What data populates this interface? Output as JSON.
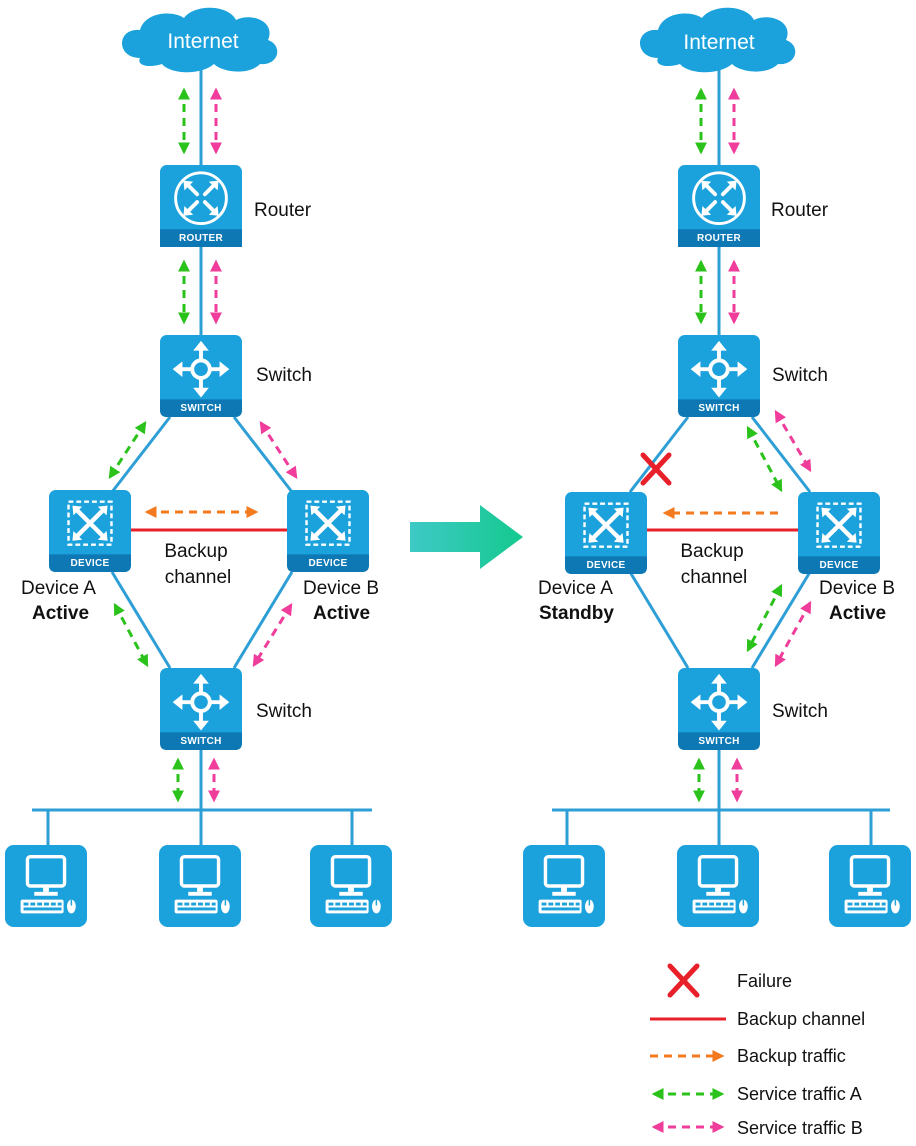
{
  "labels": {
    "internet": "Internet",
    "router": "Router",
    "switch": "Switch",
    "backup_line1": "Backup",
    "backup_line2": "channel",
    "device_a": "Device A",
    "device_b": "Device B",
    "active": "Active",
    "standby": "Standby"
  },
  "device_captions": {
    "router": "ROUTER",
    "switch": "SWITCH",
    "device": "DEVICE"
  },
  "legend": {
    "failure": "Failure",
    "backup_channel": "Backup channel",
    "backup_traffic": "Backup traffic",
    "service_a": "Service traffic A",
    "service_b": "Service traffic B"
  },
  "colors": {
    "device_blue": "#1ba1dc",
    "link_blue": "#2e9fd6",
    "backup_red": "#e8202a",
    "backup_orange": "#f47a1f",
    "service_green": "#2ac21b",
    "service_pink": "#f03c9a",
    "arrow_teal": "#1fc3a6"
  },
  "icons": [
    "cloud-icon",
    "router-icon",
    "switch-icon",
    "device-icon",
    "computer-icon",
    "failure-x-icon",
    "transition-arrow-icon"
  ]
}
